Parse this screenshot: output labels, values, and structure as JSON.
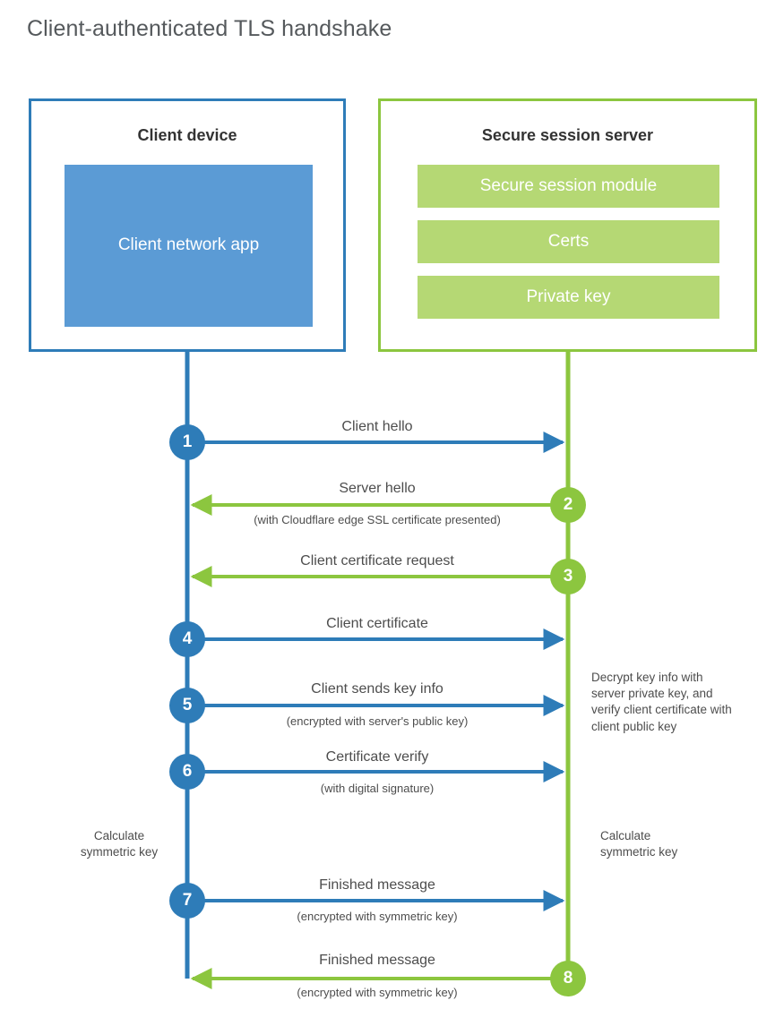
{
  "title": "Client-authenticated TLS handshake",
  "colors": {
    "client_blue": "#2e7cb8",
    "client_tile_blue": "#5b9bd5",
    "server_green": "#8cc63f",
    "server_tile_green": "#b5d874",
    "text_gray": "#4d4d4d"
  },
  "actors": {
    "client": {
      "title": "Client device",
      "tiles": [
        {
          "label": "Client network app"
        }
      ]
    },
    "server": {
      "title": "Secure session server",
      "tiles": [
        {
          "label": "Secure session module"
        },
        {
          "label": "Certs"
        },
        {
          "label": "Private key"
        }
      ]
    }
  },
  "steps": [
    {
      "number": "1",
      "side": "client",
      "direction": "client-to-server",
      "primary": "Client hello",
      "secondary": ""
    },
    {
      "number": "2",
      "side": "server",
      "direction": "server-to-client",
      "primary": "Server hello",
      "secondary": "(with Cloudflare edge SSL certificate presented)"
    },
    {
      "number": "3",
      "side": "server",
      "direction": "server-to-client",
      "primary": "Client certificate request",
      "secondary": ""
    },
    {
      "number": "4",
      "side": "client",
      "direction": "client-to-server",
      "primary": "Client certificate",
      "secondary": ""
    },
    {
      "number": "5",
      "side": "client",
      "direction": "client-to-server",
      "primary": "Client sends key info",
      "secondary": "(encrypted with server's public key)"
    },
    {
      "number": "6",
      "side": "client",
      "direction": "client-to-server",
      "primary": "Certificate verify",
      "secondary": "(with digital signature)"
    },
    {
      "number": "7",
      "side": "client",
      "direction": "client-to-server",
      "primary": "Finished message",
      "secondary": "(encrypted with symmetric key)"
    },
    {
      "number": "8",
      "side": "server",
      "direction": "server-to-client",
      "primary": "Finished message",
      "secondary": "(encrypted with symmetric key)"
    }
  ],
  "notes": {
    "server_decrypt": "Decrypt key info with server private key, and verify client certificate with client public key",
    "client_calculate": "Calculate symmetric key",
    "server_calculate": "Calculate symmetric key"
  }
}
